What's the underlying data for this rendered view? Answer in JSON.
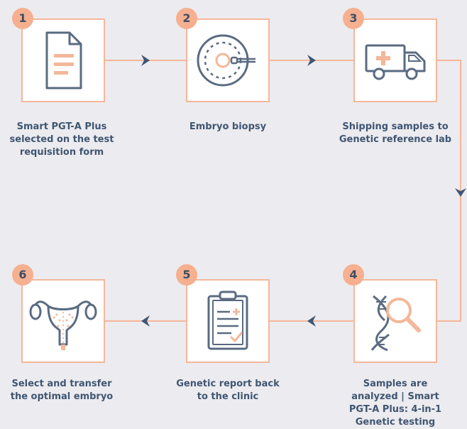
{
  "colors": {
    "background": "#ecebef",
    "accent": "#f4b79a",
    "badge": "#f6b08f",
    "text": "#3f5672",
    "icon_dark": "#5a6b82"
  },
  "steps": [
    {
      "number": "1",
      "label": "Smart PGT-A Plus selected on the test requisition form",
      "icon": "document-icon"
    },
    {
      "number": "2",
      "label": "Embryo biopsy",
      "icon": "embryo-biopsy-icon"
    },
    {
      "number": "3",
      "label": "Shipping samples to Genetic reference lab",
      "icon": "ambulance-truck-icon"
    },
    {
      "number": "4",
      "label": "Samples are analyzed | Smart PGT-A Plus: 4-in-1 Genetic testing",
      "icon": "dna-magnifier-icon"
    },
    {
      "number": "5",
      "label": "Genetic report back to the clinic",
      "icon": "clipboard-report-icon"
    },
    {
      "number": "6",
      "label": "Select and transfer the optimal embryo",
      "icon": "uterus-icon"
    }
  ]
}
